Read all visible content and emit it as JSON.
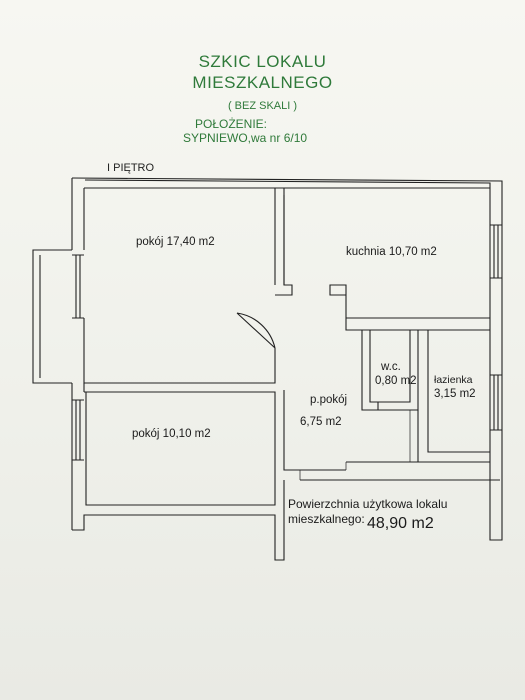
{
  "title": {
    "line1": "SZKIC LOKALU",
    "line2": "MIESZKALNEGO",
    "scale_note": "( BEZ SKALI )",
    "location_label": "POŁOŻENIE:",
    "address": "SYPNIEWO,wa nr 6/10"
  },
  "floor_label": "I PIĘTRO",
  "rooms": [
    {
      "id": "pokoj-1",
      "text": "pokój  17,40 m2"
    },
    {
      "id": "kuchnia",
      "text": "kuchnia 10,70 m2"
    },
    {
      "id": "wc-name",
      "text": "w.c."
    },
    {
      "id": "wc-area",
      "text": "0,80 m2"
    },
    {
      "id": "lazienka-name",
      "text": "łazienka"
    },
    {
      "id": "lazienka-area",
      "text": "3,15 m2"
    },
    {
      "id": "ppokoj-name",
      "text": "p.pokój"
    },
    {
      "id": "ppokoj-area",
      "text": "6,75 m2"
    },
    {
      "id": "pokoj-2",
      "text": "pokój 10,10 m2"
    }
  ],
  "usable_area": {
    "label_line1": "Powierzchnia użytkowa lokalu",
    "label_line2": "mieszkalnego:",
    "value": "48,90 m2"
  },
  "colors": {
    "heading": "#2f7a3a",
    "walls": "#222222",
    "background": "#f3f4ee"
  }
}
